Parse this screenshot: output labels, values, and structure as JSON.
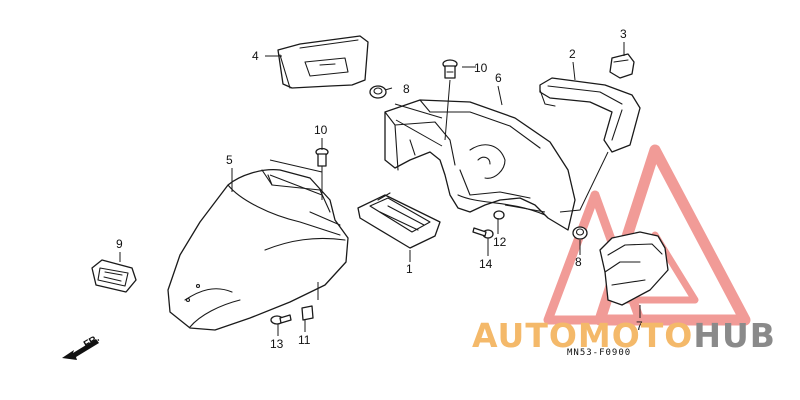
{
  "callouts": [
    "1",
    "2",
    "3",
    "4",
    "5",
    "6",
    "7",
    "8",
    "8",
    "9",
    "10",
    "10",
    "11",
    "12",
    "13",
    "14"
  ],
  "diagram_code": "MN53-F0900",
  "direction_label": "FR.",
  "watermark": {
    "part1": "AUTOMOTO",
    "part2": "HUB",
    "colors": {
      "part1": "#f4b96a",
      "part2": "#8a8a8a",
      "triangles": "#ef8a86"
    }
  }
}
